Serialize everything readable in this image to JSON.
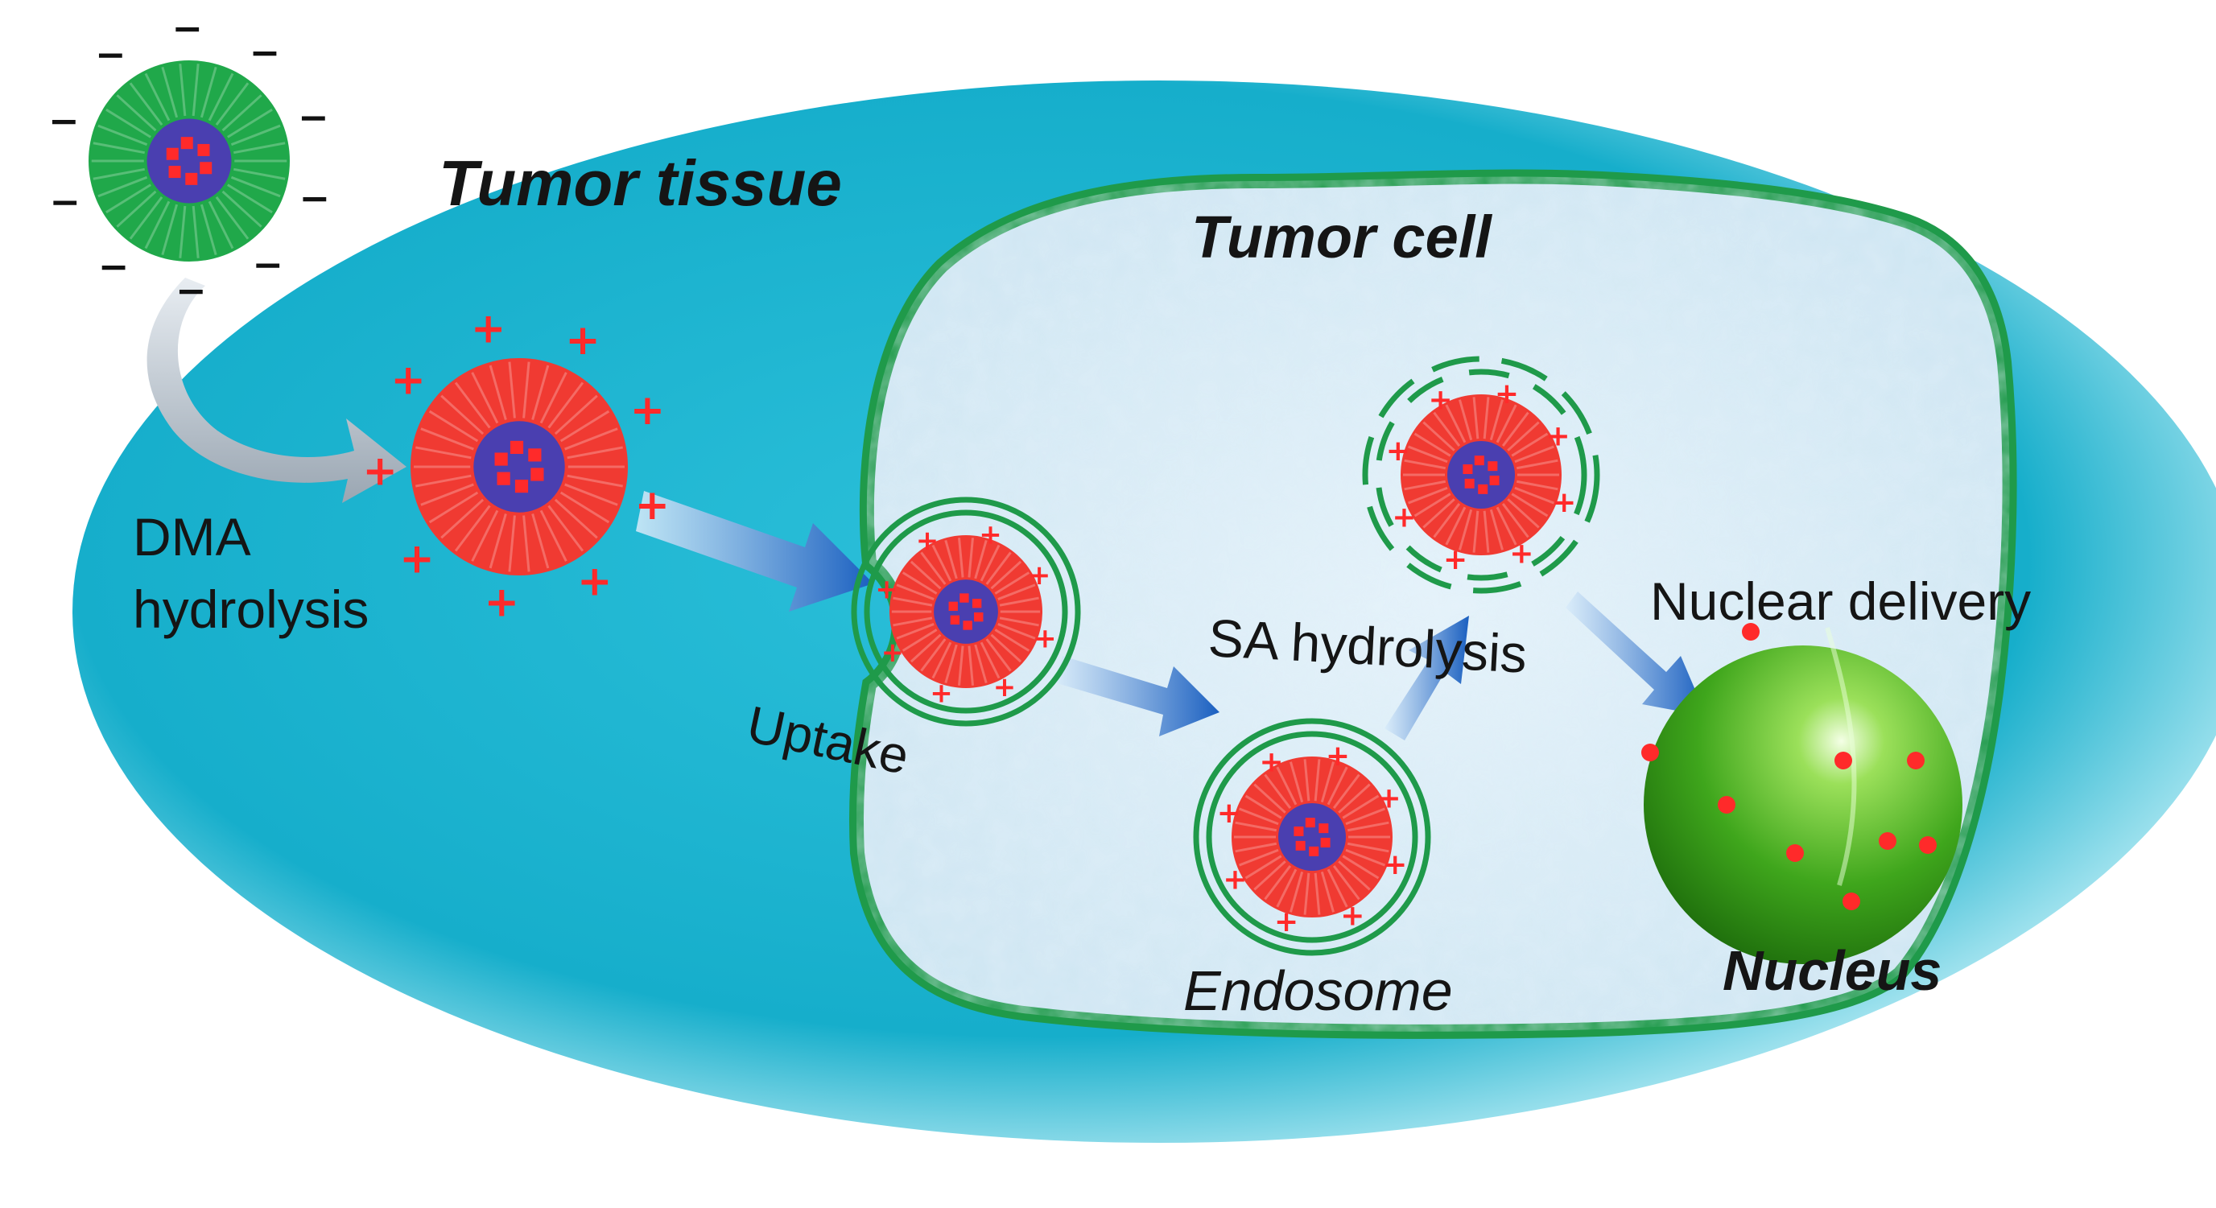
{
  "labels": {
    "tumor_tissue": "Tumor tissue",
    "tumor_cell": "Tumor cell",
    "dma_line1": "DMA",
    "dma_line2": "hydrolysis",
    "uptake": "Uptake",
    "sa_hydrolysis": "SA hydrolysis",
    "nuclear_delivery": "Nuclear delivery",
    "endosome": "Endosome",
    "nucleus": "Nucleus"
  },
  "charges": {
    "negative": "−",
    "positive": "+"
  },
  "colors": {
    "tissue": "#1bb4cf",
    "tissue_light": "#6fd6e8",
    "cell_interior": "#d8ecf6",
    "membrane": "#1f9a4a",
    "shell_negative": "#20a84a",
    "shell_positive": "#f03a32",
    "core": "#4a3fb0",
    "drug": "#ff2a2a",
    "nucleus": "#3fae24",
    "arrow": "#1d6fc8",
    "label": "#151515"
  }
}
